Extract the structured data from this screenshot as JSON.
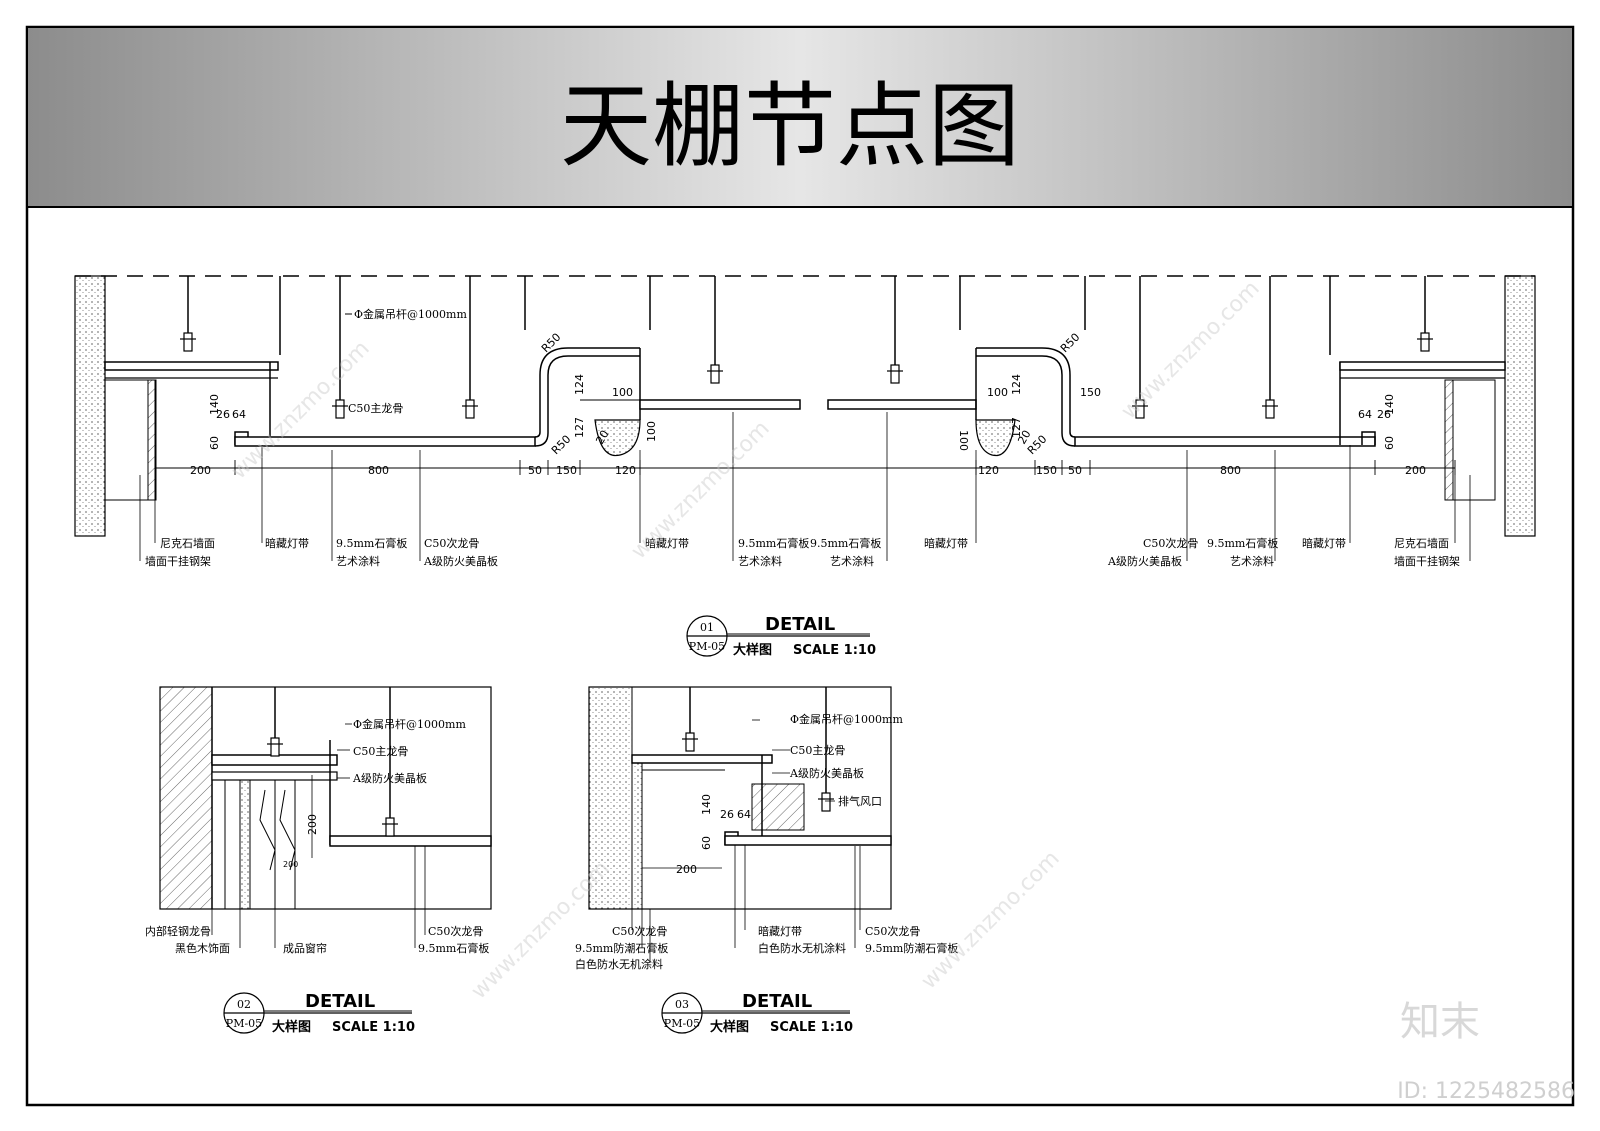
{
  "title": "天棚节点图",
  "detail1": {
    "labels": {
      "rod": "Φ金属吊杆@1000mm",
      "main_keel": "C50主龙骨",
      "stone_wall_l": "尼克石墙面",
      "steel_frame_l": "墙面干挂钢架",
      "led_l1": "暗藏灯带",
      "gypsum_l1": "9.5mm石膏板",
      "paint_l1": "艺术涂料",
      "sec_keel_l": "C50次龙骨",
      "fire_board_l": "A级防火美晶板",
      "led_c1": "暗藏灯带",
      "gypsum_c1": "9.5mm石膏板",
      "paint_c1": "艺术涂料",
      "gypsum_c2": "9.5mm石膏板",
      "paint_c2": "艺术涂料",
      "led_c2": "暗藏灯带",
      "sec_keel_r": "C50次龙骨",
      "fire_board_r": "A级防火美晶板",
      "gypsum_r": "9.5mm石膏板",
      "paint_r": "艺术涂料",
      "led_r": "暗藏灯带",
      "stone_wall_r": "尼克石墙面",
      "steel_frame_r": "墙面干挂钢架"
    },
    "dims": {
      "d140": "140",
      "d60": "60",
      "d26": "26",
      "d64": "64",
      "d200": "200",
      "d800": "800",
      "d50": "50",
      "d150": "150",
      "d120": "120",
      "d100": "100",
      "d124": "124",
      "d127": "127",
      "r50": "R50",
      "d20": "20"
    },
    "caption": {
      "num": "01",
      "sheet": "PM-05",
      "detail": "DETAIL",
      "sub": "大样图",
      "scale": "SCALE 1:10"
    }
  },
  "detail2": {
    "labels": {
      "rod": "Φ金属吊杆@1000mm",
      "main_keel": "C50主龙骨",
      "fire_board": "A级防火美晶板",
      "inner_keel": "内部轻钢龙骨",
      "black_wood": "黑色木饰面",
      "curtain": "成品窗帘",
      "sec_keel": "C50次龙骨",
      "gypsum": "9.5mm石膏板"
    },
    "dims": {
      "d200": "200",
      "d200b": "200"
    },
    "caption": {
      "num": "02",
      "sheet": "PM-05",
      "detail": "DETAIL",
      "sub": "大样图",
      "scale": "SCALE 1:10"
    }
  },
  "detail3": {
    "labels": {
      "rod": "Φ金属吊杆@1000mm",
      "main_keel": "C50主龙骨",
      "fire_board": "A级防火美晶板",
      "vent": "排气风口",
      "sec_keel_l": "C50次龙骨",
      "gypsum_l": "9.5mm防潮石膏板",
      "white_paint_l": "白色防水无机涂料",
      "led": "暗藏灯带",
      "white_paint": "白色防水无机涂料",
      "sec_keel_r": "C50次龙骨",
      "gypsum_r": "9.5mm防潮石膏板"
    },
    "dims": {
      "d140": "140",
      "d26": "26",
      "d64": "64",
      "d60": "60",
      "d200": "200"
    },
    "caption": {
      "num": "03",
      "sheet": "PM-05",
      "detail": "DETAIL",
      "sub": "大样图",
      "scale": "SCALE 1:10"
    }
  },
  "watermark": {
    "site": "www.znzmo.com",
    "logo": "知末",
    "id": "ID: 1225482586"
  },
  "colors": {
    "title_band_dark": "#8c8c8c",
    "title_band_light": "#e6e6e6",
    "line": "#000000"
  }
}
